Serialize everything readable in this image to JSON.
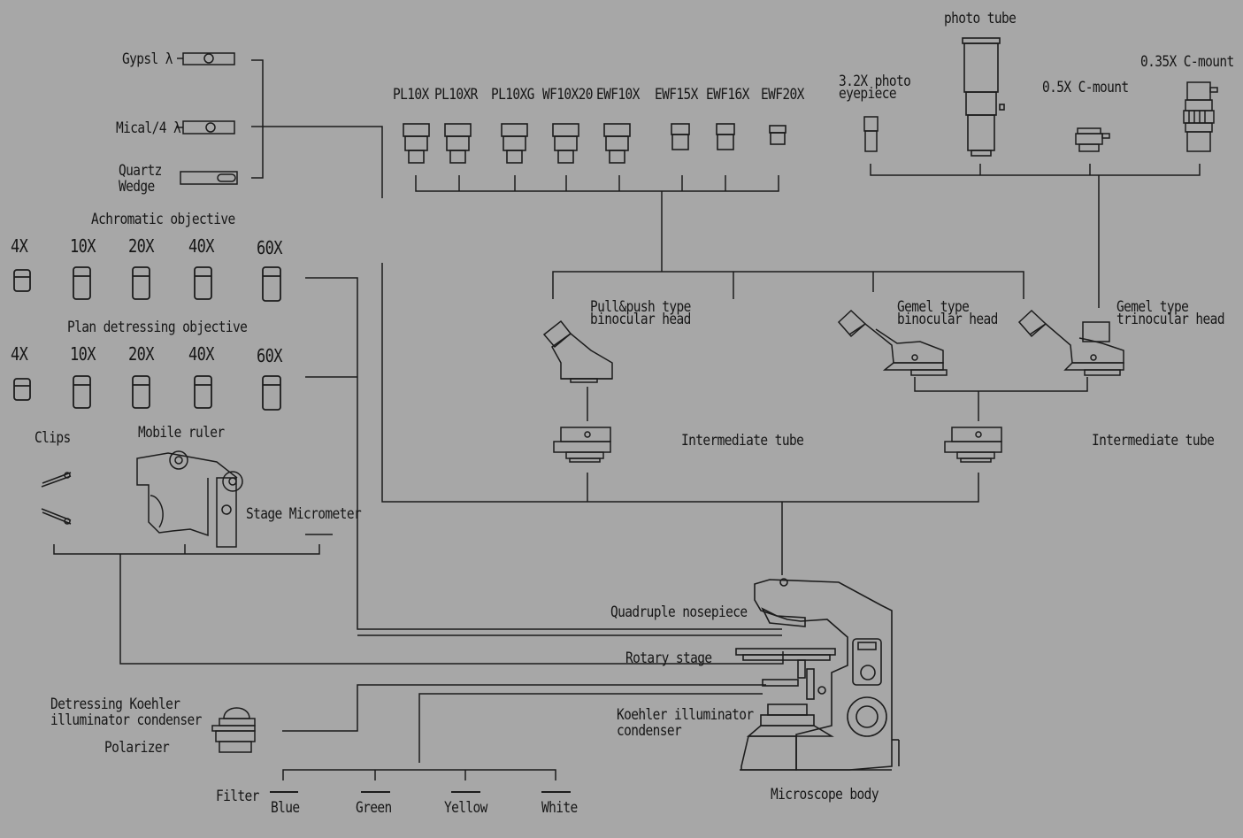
{
  "compensators": {
    "gypsum": "Gypsl λ",
    "mica": "Mical/4 λ",
    "quartz_line1": "Quartz",
    "quartz_line2": "Wedge"
  },
  "achromatic": {
    "title": "Achromatic objective",
    "mags": [
      "4X",
      "10X",
      "20X",
      "40X",
      "60X"
    ]
  },
  "plan": {
    "title": "Plan detressing objective",
    "mags": [
      "4X",
      "10X",
      "20X",
      "40X",
      "60X"
    ]
  },
  "accessories": {
    "clips": "Clips",
    "mobile_ruler": "Mobile ruler",
    "stage_micrometer": "Stage Micrometer"
  },
  "eyepieces": [
    "PL10X",
    "PL10XR",
    "PL10XG",
    "WF10X20",
    "EWF10X",
    "EWF15X",
    "EWF16X",
    "EWF20X"
  ],
  "photo": {
    "photo_tube": "photo tube",
    "photo_eyepiece_line1": "3.2X photo",
    "photo_eyepiece_line2": "eyepiece",
    "c_mount_05": "0.5X C-mount",
    "c_mount_035": "0.35X C-mount"
  },
  "heads": {
    "pullpush_line1": "Pull&push type",
    "pullpush_line2": "binocular head",
    "gemel_bino_line1": "Gemel type",
    "gemel_bino_line2": "binocular head",
    "gemel_trino_line1": "Gemel type",
    "gemel_trino_line2": "trinocular head"
  },
  "intermediate": {
    "left": "Intermediate tube",
    "right": "Intermediate tube"
  },
  "body_parts": {
    "nosepiece": "Quadruple nosepiece",
    "stage": "Rotary stage",
    "koehler_line1": "Koehler illuminator",
    "koehler_line2": "condenser",
    "body": "Microscope body"
  },
  "condenser": {
    "line1": "Detressing Koehler",
    "line2": "illuminator condenser",
    "polarizer": "Polarizer"
  },
  "filters": {
    "title": "Filter",
    "items": [
      "Blue",
      "Green",
      "Yellow",
      "White"
    ]
  }
}
